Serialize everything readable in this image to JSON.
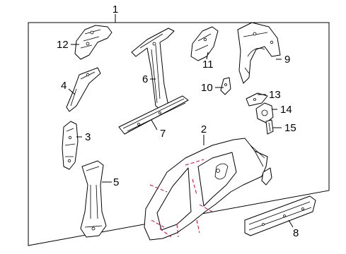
{
  "diagram": {
    "type": "exploded parts diagram",
    "subject": "automotive body side panel components",
    "callouts": [
      {
        "id": "assembly",
        "label": "1"
      },
      {
        "id": "side-panel-outer",
        "label": "2"
      },
      {
        "id": "hinge-pillar-reinforcement",
        "label": "3"
      },
      {
        "id": "windshield-pillar-reinforcement",
        "label": "4"
      },
      {
        "id": "center-pillar-reinforcement",
        "label": "5"
      },
      {
        "id": "pillar-inner",
        "label": "6"
      },
      {
        "id": "rocker-reinforcement",
        "label": "7"
      },
      {
        "id": "rocker-panel-lower",
        "label": "8"
      },
      {
        "id": "quarter-inner-panel",
        "label": "9"
      },
      {
        "id": "small-bracket",
        "label": "10"
      },
      {
        "id": "rear-pillar-bracket",
        "label": "11"
      },
      {
        "id": "upper-pillar-bracket",
        "label": "12"
      },
      {
        "id": "fuel-door-bracket",
        "label": "13"
      },
      {
        "id": "fuel-door-housing",
        "label": "14"
      },
      {
        "id": "tail-lamp-bracket",
        "label": "15"
      }
    ],
    "cut_line_color": "#d6002a",
    "line_color": "#000000"
  }
}
